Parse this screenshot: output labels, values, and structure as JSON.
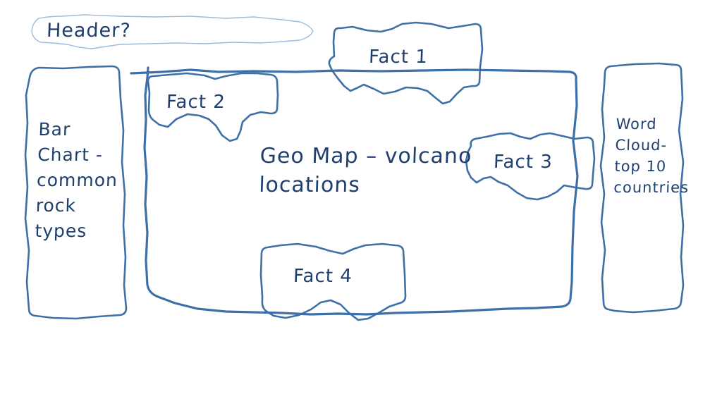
{
  "colors": {
    "ink_stroke": "#3e70a7",
    "ink_light": "#9bbcdb",
    "ink_text": "#1f3f6e",
    "background": "#ffffff"
  },
  "header": {
    "label": "Header?"
  },
  "facts": [
    {
      "label": "Fact 1"
    },
    {
      "label": "Fact 2"
    },
    {
      "label": "Fact 3"
    },
    {
      "label": "Fact 4"
    }
  ],
  "geo_map": {
    "line1": "Geo Map – volcano",
    "line2": "locations"
  },
  "bar_chart": {
    "lines": [
      "Bar",
      "Chart -",
      "common",
      "rock",
      "types"
    ]
  },
  "word_cloud": {
    "lines": [
      "Word",
      "Cloud-",
      "top 10",
      "countries"
    ]
  }
}
